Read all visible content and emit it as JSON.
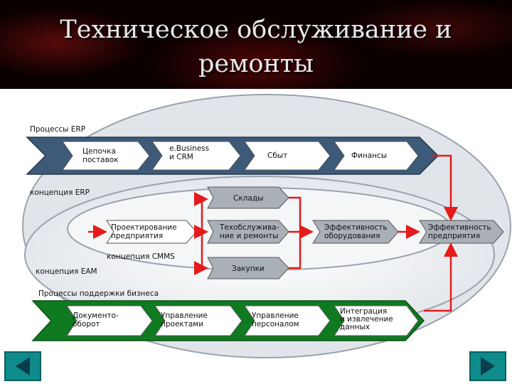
{
  "title": "Техническое обслуживание и\nремонты",
  "diagram": {
    "erp_label": "Процессы ERP",
    "erp_steps": [
      "Цепочка\nпоставок",
      "e.Business\nи CRM",
      "Сбыт",
      "Финансы"
    ],
    "erp_concept": "концепция ERP",
    "cmms_nodes": {
      "design": "Проектирование\nпредприятия",
      "warehouses": "Склады",
      "maintenance": "Техобслужива-\nние и ремонты",
      "purchases": "Закупки",
      "equip_eff": "Эффективность\nоборудования",
      "ent_eff": "Эффективность\nпредприятия"
    },
    "cmms_concept": "концепция CMMS",
    "eam_concept": "концепция EAM",
    "support_label": "Процессы поддержки бизнеса",
    "support_steps": [
      "Документо-\nоборот",
      "Управление\nпроектами",
      "Управление\nперсоналом",
      "Интеграция\nи извлечение\nданных"
    ]
  },
  "colors": {
    "erp_band": "#3d5a78",
    "support_band": "#0f7a1f",
    "arrow": "#e51b1b",
    "node": "#aab0b8",
    "nav": "#0e8b8b"
  },
  "nav": {
    "prev": "prev-arrow-icon",
    "next": "next-arrow-icon"
  }
}
